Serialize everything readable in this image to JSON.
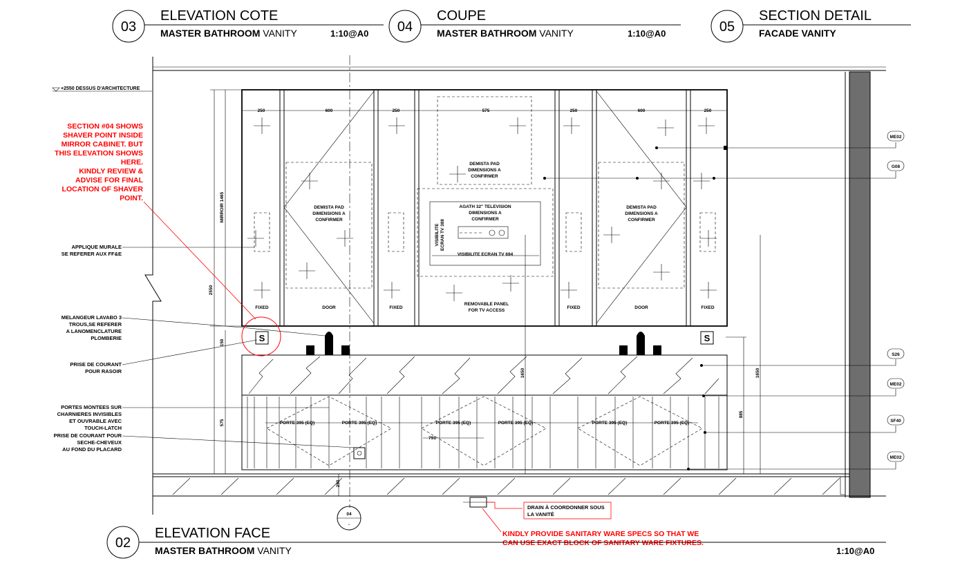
{
  "headers": [
    {
      "number": "03",
      "title": "ELEVATION COTE",
      "subtitle_bold": "MASTER BATHROOM",
      "subtitle_rest": " VANITY",
      "scale": "1:10@A0"
    },
    {
      "number": "04",
      "title": "COUPE",
      "subtitle_bold": "MASTER BATHROOM",
      "subtitle_rest": " VANITY",
      "scale": "1:10@A0"
    },
    {
      "number": "05",
      "title": "SECTION DETAIL",
      "subtitle_bold": "FACADE VANITY",
      "subtitle_rest": "",
      "scale": ""
    }
  ],
  "footer": {
    "number": "02",
    "title": "ELEVATION FACE",
    "subtitle_bold": "MASTER BATHROOM",
    "subtitle_rest": " VANITY",
    "scale": "1:10@A0"
  },
  "level_note": "+2550 DESSUS D'ARCHITECTURE",
  "red_notes": {
    "shaver": [
      "SECTION #04 SHOWS",
      "SHAVER POINT INSIDE",
      "MIRROR CABINET. BUT",
      "THIS ELEVATION SHOWS",
      "HERE.",
      "KINDLY REVIEW &",
      "ADVISE FOR FINAL",
      "LOCATION OF SHAVER",
      "POINT."
    ],
    "sanitary": [
      "KINDLY PROVIDE SANITARY WARE SPECS SO THAT WE",
      "CAN USE EXACT BLOCK OF SANITARY WARE FIXTURES."
    ],
    "drain": [
      "DRAIN À COORDONNER SOUS",
      "LA VANITÉ"
    ]
  },
  "left_labels": {
    "applique": [
      "APPLIQUE MURALE",
      "SE REFERER AUX FF&E"
    ],
    "melangeur": [
      "MELANGEUR LAVABO 3",
      "TROUS,SE REFERER",
      "A LANOMENCLATURE",
      "PLOMBERIE"
    ],
    "prise_rasoir": [
      "PRISE DE COURANT",
      "POUR RASOIR"
    ],
    "portes": [
      "PORTES MONTEES SUR",
      "CHARNIERES INVISIBLES",
      "ET OUVRABLE AVEC",
      "TOUCH-LATCH"
    ],
    "prise_seche": [
      "PRISE DE COURANT POUR",
      "SECHE-CHEVEUX",
      "AU FOND DU PLACARD"
    ]
  },
  "panel_dims": [
    "250",
    "600",
    "250",
    "575",
    "250",
    "600",
    "250"
  ],
  "panel_labels": [
    "FIXED",
    "DOOR",
    "FIXED",
    "REMOVABLE PANEL",
    "FIXED",
    "DOOR",
    "FIXED"
  ],
  "removable_line2": "FOR TV ACCESS",
  "demista": [
    "DEMISTA PAD",
    "DIMENSIONS A",
    "CONFIRMER"
  ],
  "tv": {
    "title": [
      "AGATH 32\" TELEVISION",
      "DIMENSIONS A",
      "CONFIRMER"
    ],
    "visibility_h": "VISIBILITE ECRAN TV 694",
    "visibility_v": [
      "VISIBILITE",
      "ECRAN TV 388"
    ]
  },
  "vertical_dims": {
    "mirror": "MIRROIR 1465",
    "overall": "2550",
    "shaver_height": "150",
    "cabinet": "575",
    "base": "250",
    "right_1": "1650",
    "right_2": "1650",
    "right_3": "985"
  },
  "door_labels": [
    "PORTE 395 (EQ)",
    "PORTE 395 (EQ)",
    "PORTE 395 (EQ)",
    "PORTE 395 (EQ)",
    "PORTE 395 (EQ)",
    "PORTE 395 (EQ)"
  ],
  "dim_791": "791",
  "tags": [
    "ME02",
    "G08",
    "S26",
    "ME02",
    "SF40",
    "ME02"
  ],
  "section_marker": {
    "number": "04",
    "sheet": "-"
  },
  "socket_symbol": "S"
}
